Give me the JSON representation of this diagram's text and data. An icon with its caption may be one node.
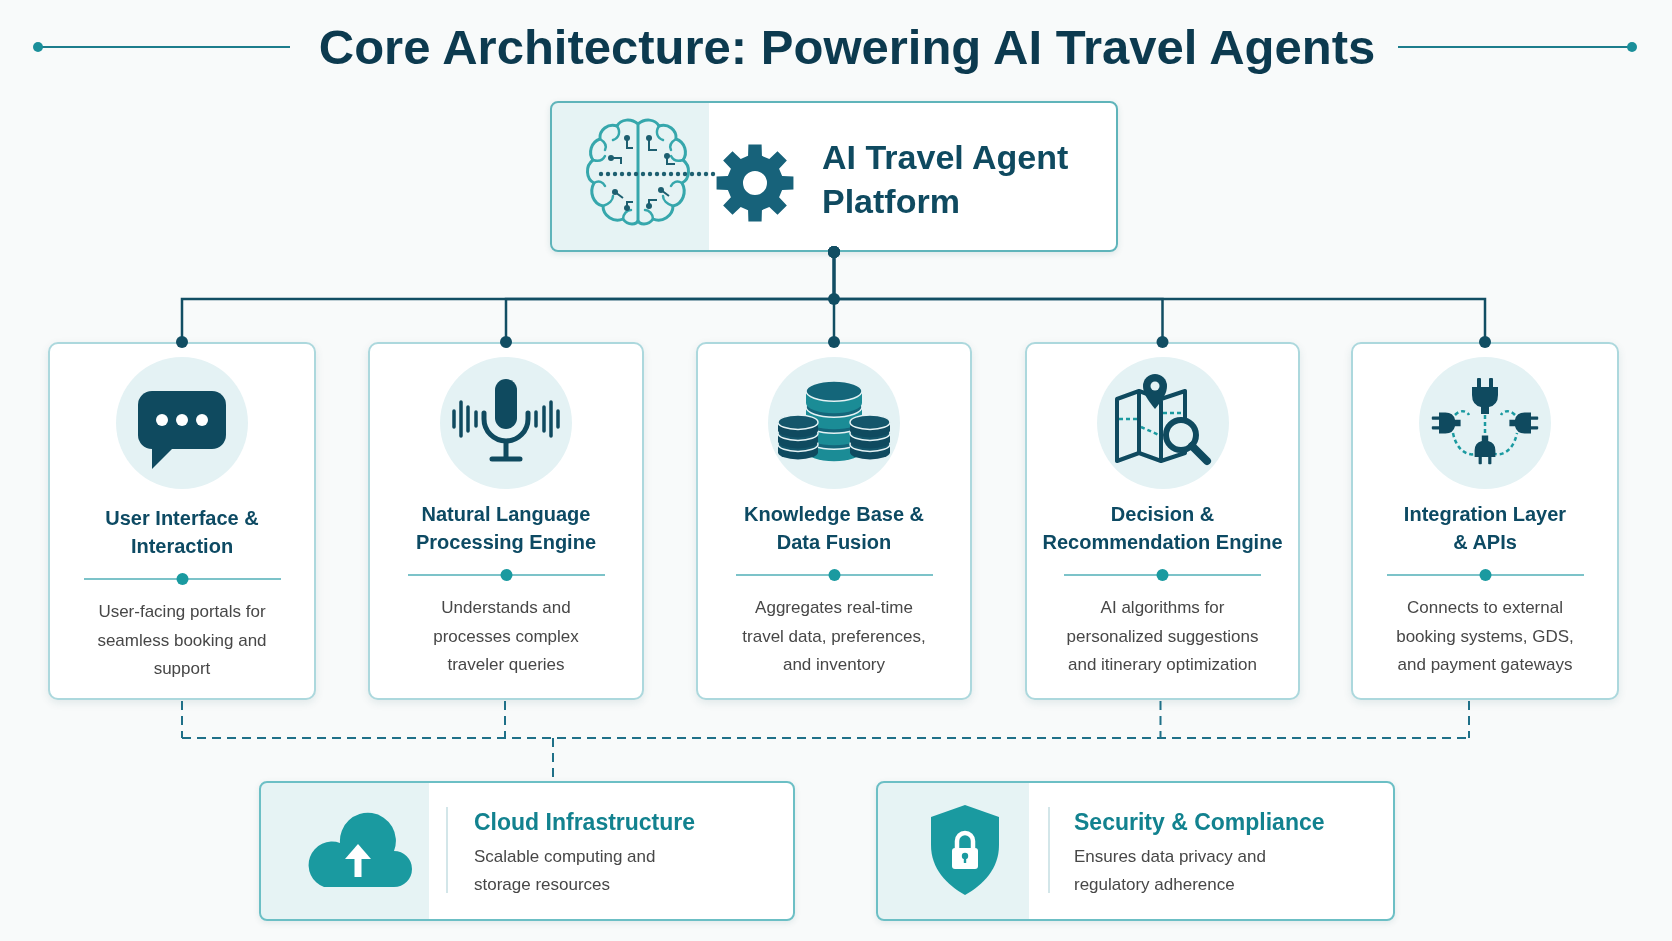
{
  "diagram": {
    "title": "Core Architecture: Powering AI Travel Agents",
    "nodes": [
      {
        "text": [
          "AI Travel Agent Platform"
        ]
      },
      {
        "text": [
          "User Interface & Interaction",
          "User-facing portals for seamless booking and support"
        ]
      },
      {
        "text": [
          "Natural Language Processing Engine",
          "Understands and processes complex traveler queries"
        ]
      },
      {
        "text": [
          "Knowledge Base & Data Fusion",
          "Aggregates real-time travel data, preferences, and inventory"
        ]
      },
      {
        "text": [
          "Decision & Recommendation Engine",
          "AI algorithms for personalized suggestions and itinerary optimization"
        ]
      },
      {
        "text": [
          "Integration Layer & APIs",
          "Connects to external booking systems, GDS, and payment gateways"
        ]
      },
      {
        "text": [
          "Cloud Infrastructure",
          "Scalable computing and storage resources"
        ]
      },
      {
        "text": [
          "Security & Compliance",
          "Ensures data privacy and regulatory adherence"
        ]
      }
    ],
    "edges": [
      {
        "from": 0,
        "to": 1,
        "arrow": "other"
      },
      {
        "from": 0,
        "to": 2,
        "arrow": "other"
      },
      {
        "from": 0,
        "to": 3,
        "arrow": "other"
      },
      {
        "from": 0,
        "to": 4,
        "arrow": "other"
      },
      {
        "from": 0,
        "to": 5,
        "arrow": "other"
      },
      {
        "from": 1,
        "to": 6,
        "arrow": "none",
        "style": "dashed"
      },
      {
        "from": 2,
        "to": 6,
        "arrow": "none",
        "style": "dashed"
      },
      {
        "from": 4,
        "to": 6,
        "arrow": "none",
        "style": "dashed"
      },
      {
        "from": 5,
        "to": 6,
        "arrow": "none",
        "style": "dashed"
      }
    ]
  }
}
